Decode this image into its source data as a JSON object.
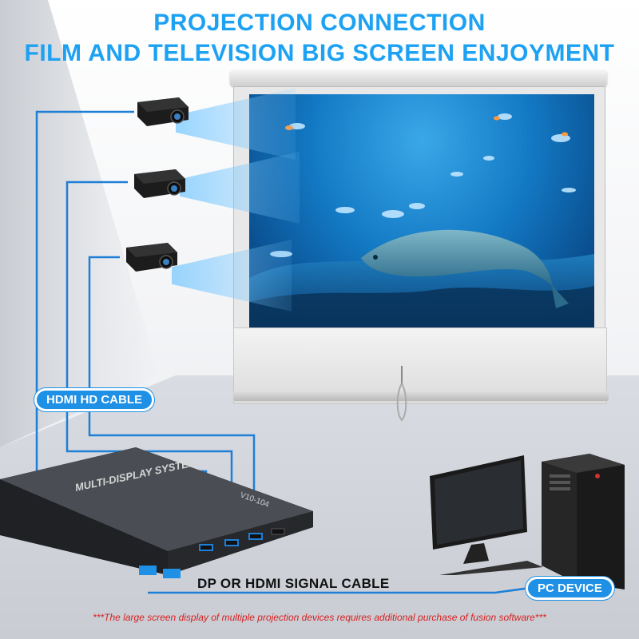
{
  "header": {
    "line1": "PROJECTION CONNECTION",
    "line2": "FILM AND TELEVISION BIG SCREEN ENJOYMENT"
  },
  "labels": {
    "hdmi_cable": "HDMI HD CABLE",
    "signal_cable": "DP OR HDMI SIGNAL CABLE",
    "pc_device": "PC DEVICE",
    "footnote": "***The large screen display of multiple projection devices requires additional purchase of fusion software***"
  },
  "device": {
    "logo": "MULTI-DISPLAY SYSTEM",
    "model": "V10-104"
  },
  "colors": {
    "accent": "#1da1f2",
    "pill": "#1e90e6",
    "footnote": "#d81f1f",
    "cable": "#1e7fd6"
  },
  "icons": [
    "projector-icon",
    "projection-screen-icon",
    "fish-icon",
    "video-wall-box-icon",
    "monitor-icon",
    "pc-tower-icon",
    "keyboard-icon",
    "mouse-icon"
  ]
}
